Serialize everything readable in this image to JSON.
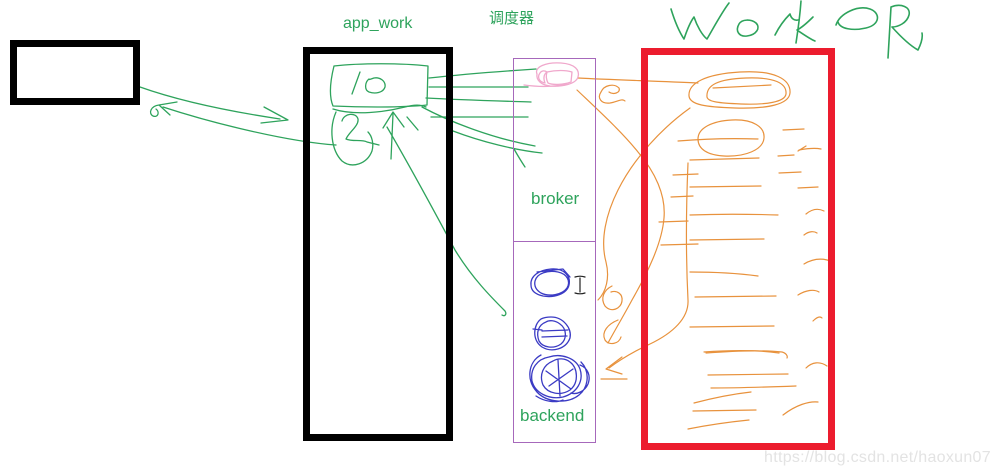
{
  "labels": {
    "app_work": "app_work",
    "scheduler": "调度器",
    "broker": "broker",
    "backend": "backend",
    "worker": "WorkeR"
  },
  "watermark": "https://blog.csdn.net/haoxun07",
  "colors": {
    "green": "#2ea35c",
    "black": "#000000",
    "purple": "#a668bb",
    "red": "#ec1c2e",
    "orange": "#e8923d",
    "blue": "#3b3bc4",
    "pink": "#f0a8cc",
    "cursor_black": "#222222",
    "watermark_gray": "#e3e3e3"
  }
}
